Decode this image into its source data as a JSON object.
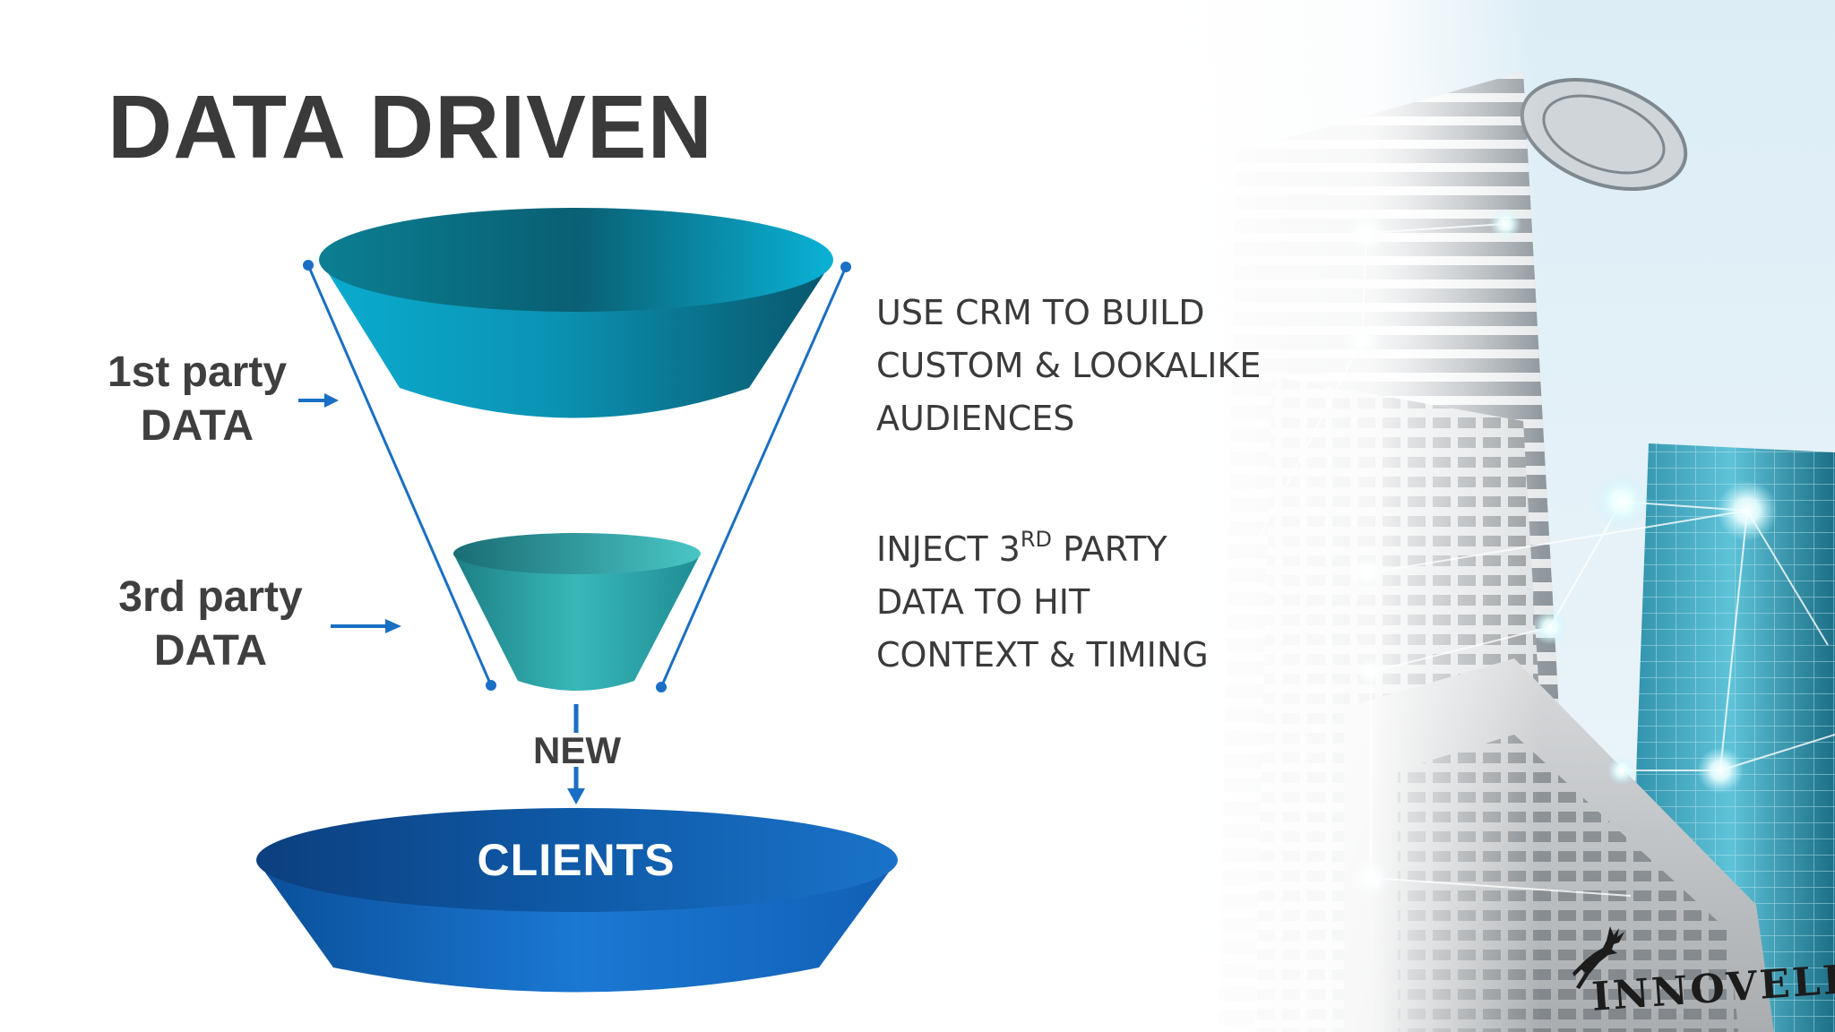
{
  "title": "DATA DRIVEN",
  "labels": {
    "first_party": [
      "1st party",
      "DATA"
    ],
    "third_party": [
      "3rd party",
      "DATA"
    ],
    "new": "NEW",
    "clients": "CLIENTS"
  },
  "right_text": {
    "crm_lines": [
      "USE CRM TO BUILD",
      "CUSTOM & LOOKALIKE",
      "AUDIENCES"
    ],
    "third_lines": {
      "line1_before": "INJECT 3",
      "line1_sup": "RD",
      "line1_after": " PARTY",
      "line2": "DATA TO HIT",
      "line3": "CONTEXT & TIMING"
    }
  },
  "logo": {
    "text": "INNOVELL",
    "icon": "leaping-deer-icon"
  },
  "colors": {
    "title": "#3a3a3a",
    "text": "#3a3a3a",
    "teal_dark": "#0a6f80",
    "teal_light": "#0aaed0",
    "blue_dark": "#0d4a8f",
    "blue_light": "#1a73c9",
    "accent_line": "#1a6fc4"
  }
}
